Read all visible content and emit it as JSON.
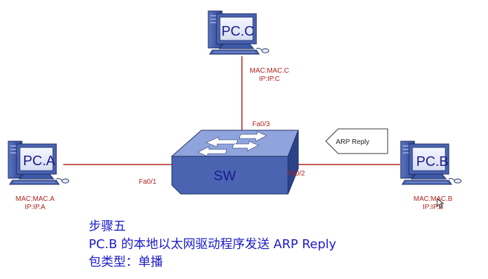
{
  "nodes": {
    "pc_c": {
      "label": "PC.C",
      "mac": "MAC:MAC.C",
      "ip": "IP:IP.C"
    },
    "pc_a": {
      "label": "PC.A",
      "mac": "MAC:MAC.A",
      "ip": "IP:IP.A"
    },
    "pc_b": {
      "label": "PC.B",
      "mac": "MAC:MAC.B",
      "ip": "IP:IP.B"
    },
    "switch": {
      "label": "SW"
    }
  },
  "ports": {
    "fa0_1": "Fa0/1",
    "fa0_2": "Fa0/2",
    "fa0_3": "Fa0/3"
  },
  "packet": {
    "label": "ARP Reply"
  },
  "caption": {
    "step": "步骤五",
    "action": "PC.B 的本地以太网驱动程序发送 ARP Reply",
    "packet_type": "包类型：单播"
  },
  "colors": {
    "link": "#b0201c",
    "device": "#3d5aa8",
    "label": "#1a1a8c",
    "caption": "#1a1acc"
  },
  "icons": [
    "computer-icon",
    "switch-icon",
    "mouse-icon",
    "packet-tag-icon",
    "cursor-icon"
  ]
}
